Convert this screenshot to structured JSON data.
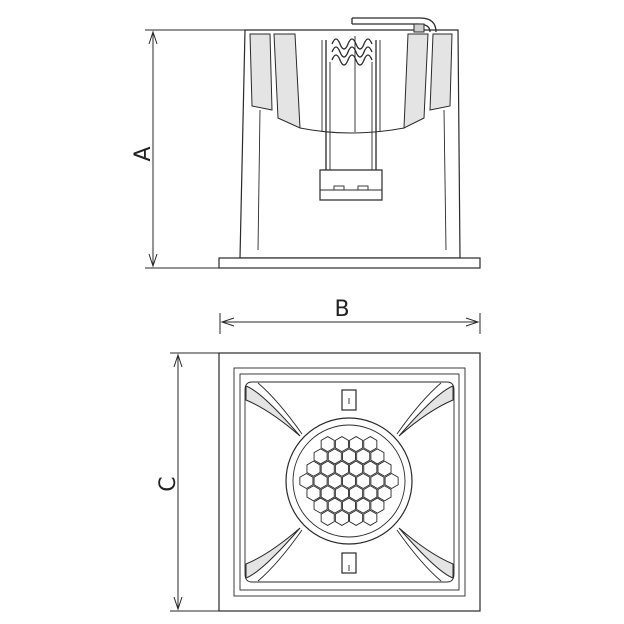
{
  "dimensions": {
    "height_label": "A",
    "width_label": "B",
    "depth_label": "C"
  }
}
